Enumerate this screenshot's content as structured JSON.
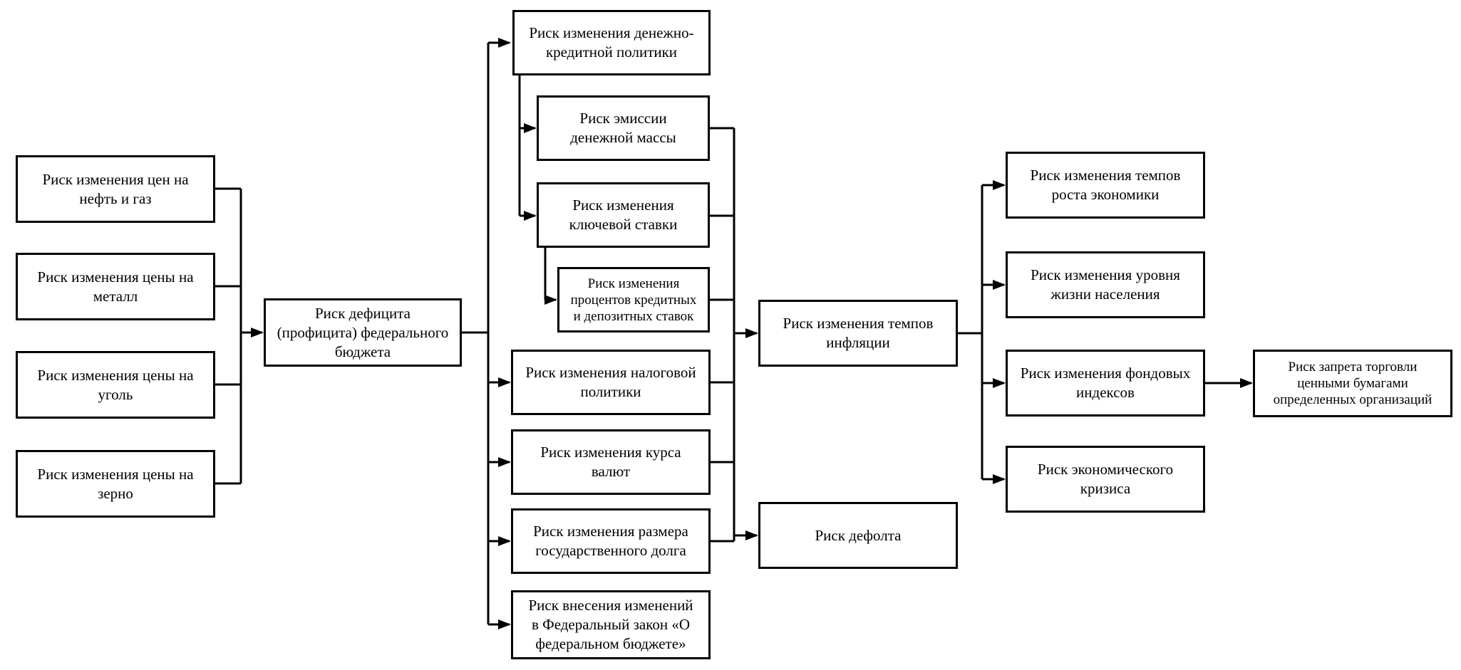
{
  "diagram": {
    "nodes": {
      "oil_gas": "Риск изменения цен на\nнефть и газ",
      "metal": "Риск изменения цены на\nметалл",
      "coal": "Риск изменения цены на\nуголь",
      "grain": "Риск изменения цены на\nзерно",
      "budget": "Риск дефицита\n(профицита) федерального\nбюджета",
      "monetary": "Риск изменения денежно-\nкредитной политики",
      "emission": "Риск эмиссии\nденежной массы",
      "key_rate": "Риск изменения\nключевой ставки",
      "credit_rates": "Риск изменения\nпроцентов кредитных\nи депозитных ставок",
      "tax": "Риск изменения налоговой\nполитики",
      "fx": "Риск изменения курса\nвалют",
      "debt": "Риск изменения размера\nгосударственного долга",
      "law": "Риск внесения изменений\nв Федеральный закон «О\nфедеральном бюджете»",
      "inflation": "Риск изменения темпов\nинфляции",
      "default": "Риск дефолта",
      "growth": "Риск изменения темпов\nроста экономики",
      "living": "Риск изменения уровня\nжизни населения",
      "indices": "Риск изменения фондовых\nиндексов",
      "crisis": "Риск экономического\nкризиса",
      "trade_ban": "Риск запрета торговли\nценными бумагами\nопределенных организаций"
    }
  }
}
